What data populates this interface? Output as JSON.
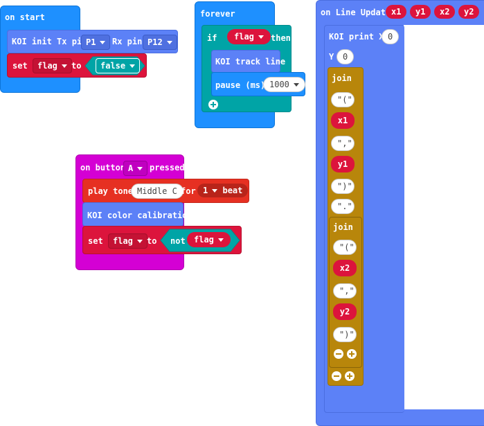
{
  "on_start": {
    "hat_label": "on start",
    "koi_init": {
      "label": "KOI init Tx pin",
      "tx_value": "P1",
      "rx_label": "Rx pin",
      "rx_value": "P12"
    },
    "set_flag": {
      "set": "set",
      "var": "flag",
      "to": "to",
      "value": "false"
    }
  },
  "forever": {
    "hat_label": "forever",
    "if_block": {
      "if": "if",
      "condition": "flag",
      "then": "then"
    },
    "track_line": "KOI track line",
    "pause": {
      "label": "pause (ms)",
      "value": "1000"
    }
  },
  "on_button": {
    "hat_label": "on button",
    "button_value": "A",
    "pressed": "pressed",
    "play_tone": {
      "label": "play tone",
      "note": "Middle C",
      "for": "for",
      "beat_value": "1",
      "beat": "beat"
    },
    "calibration": "KOI color calibration",
    "set_flag": {
      "set": "set",
      "var": "flag",
      "to": "to",
      "not": "not",
      "value": "flag"
    }
  },
  "on_line_update": {
    "hat_label": "on Line Update",
    "params": [
      "x1",
      "y1",
      "x2",
      "y2"
    ],
    "print": {
      "label": "KOI print X",
      "x_value": "0",
      "y_label": "Y",
      "y_value": "0"
    },
    "join_outer": {
      "label": "join",
      "items": [
        "\"(\"",
        "x1",
        "\",\"",
        "y1",
        "\")\"",
        "\".\""
      ]
    },
    "join_inner": {
      "label": "join",
      "items": [
        "\"(\"",
        "x2",
        "\",\"",
        "y2",
        "\")\""
      ]
    }
  },
  "colors": {
    "event": "#1e90ff",
    "koi": "#5c81f7",
    "variable": "#dc143c",
    "logic": "#00a4a6",
    "music": "#e63022",
    "input": "#d400d4",
    "text": "#b8860b"
  }
}
